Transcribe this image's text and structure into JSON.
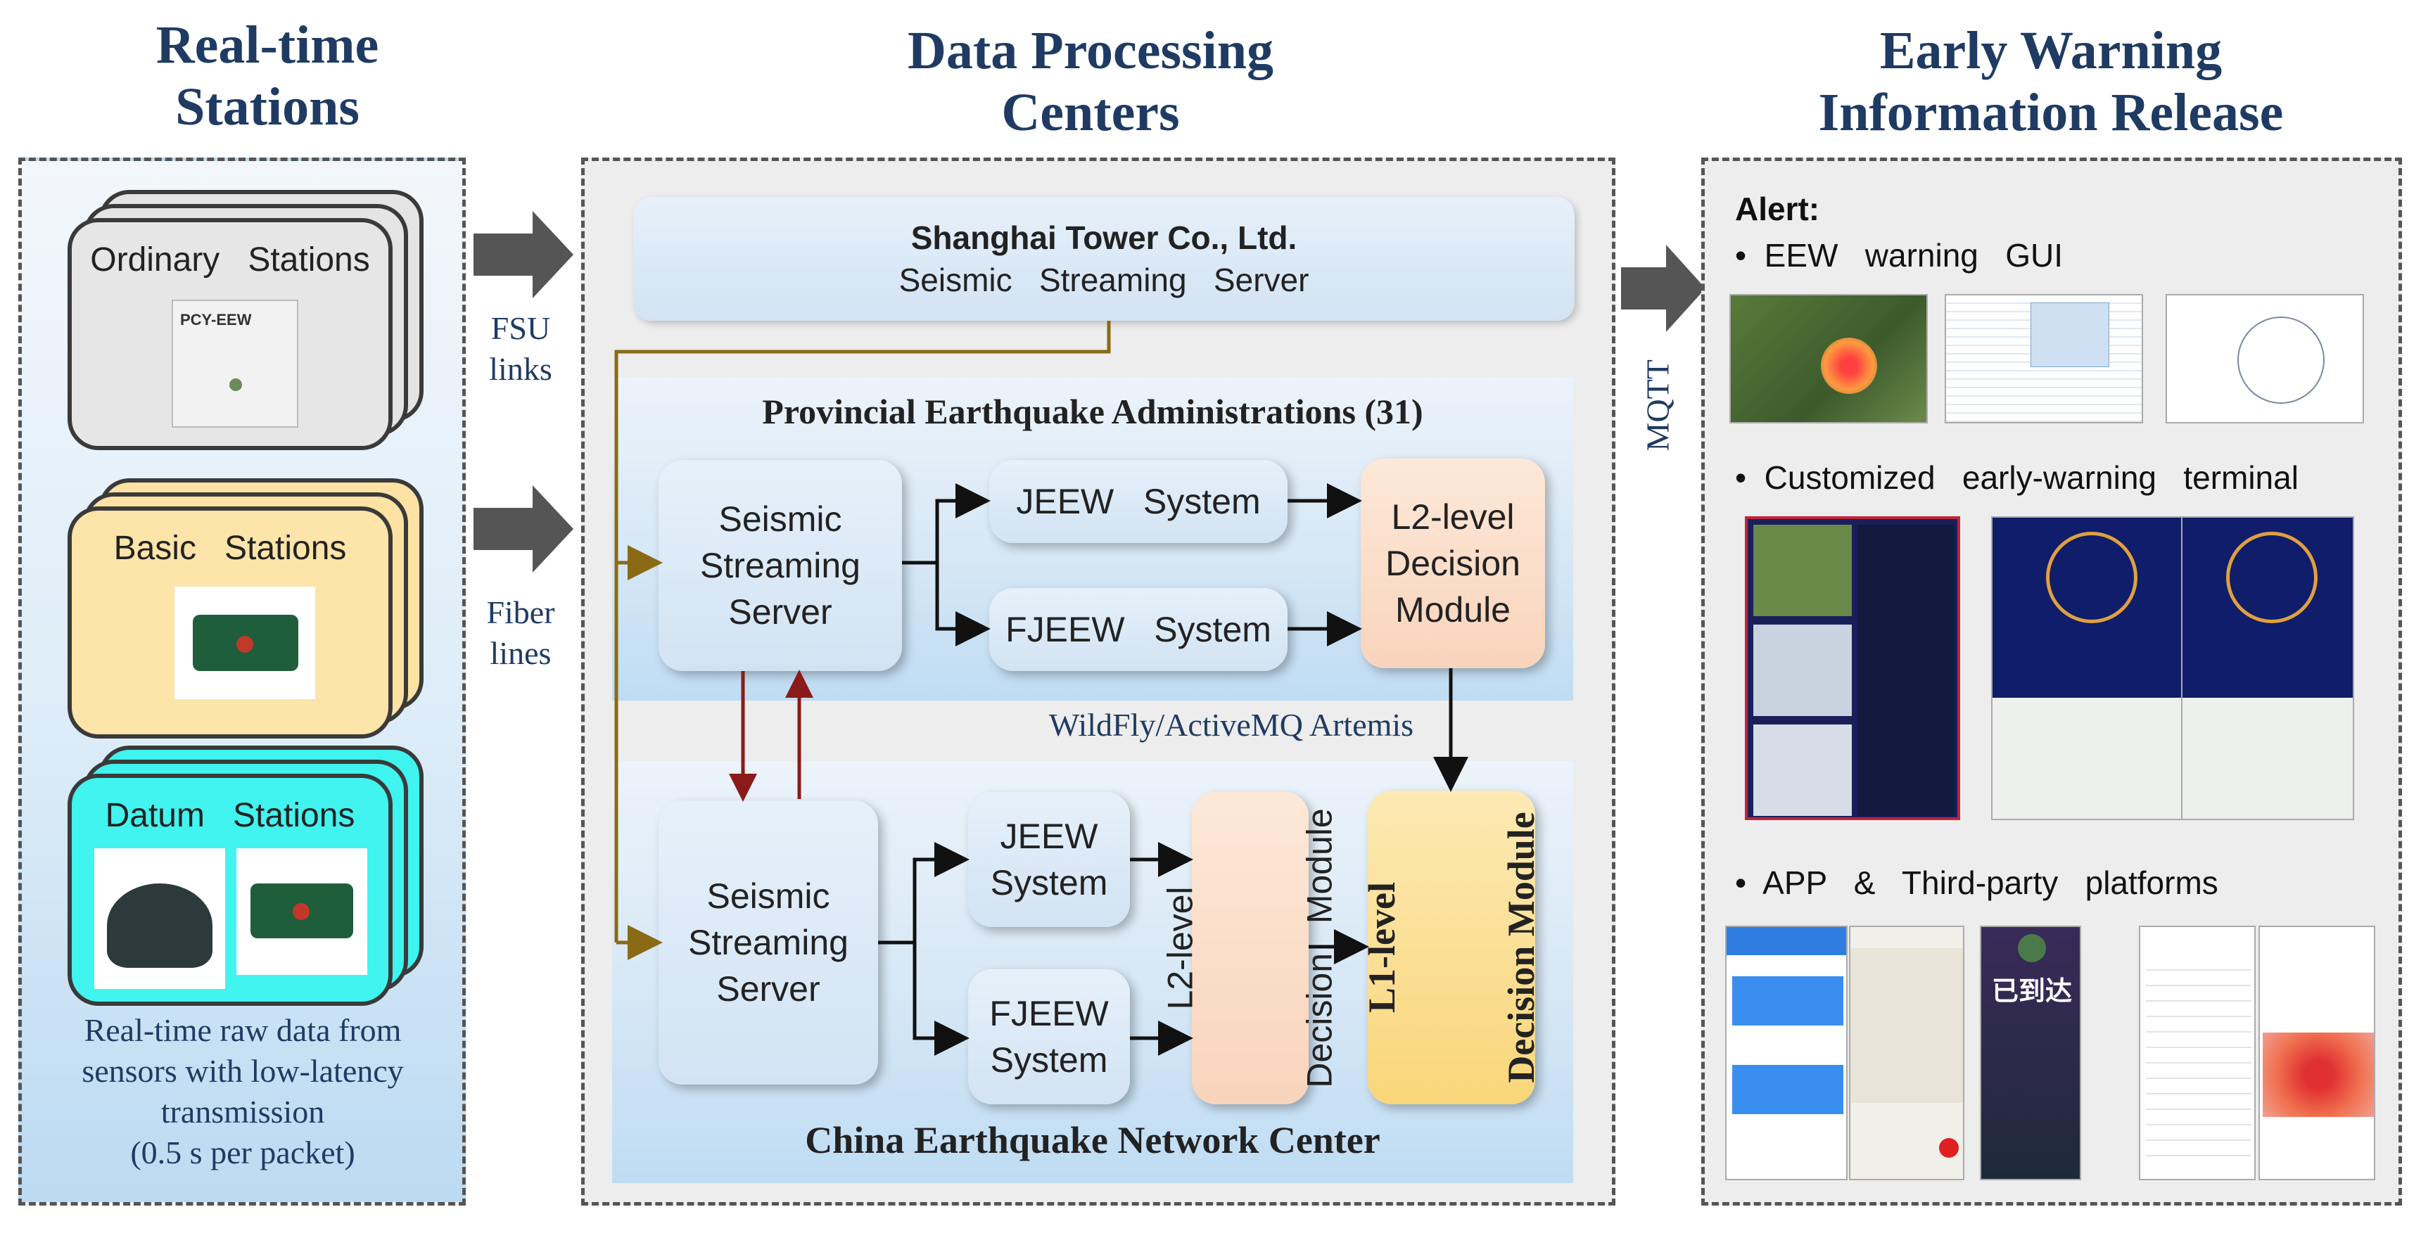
{
  "titles": {
    "stations": [
      "Real-time",
      "Stations"
    ],
    "centers": [
      "Data Processing",
      "Centers"
    ],
    "release": [
      "Early Warning",
      "Information Release"
    ]
  },
  "stations": {
    "ordinary": "Ordinary   Stations",
    "ordinary_device_label": "PCY-EEW",
    "basic": "Basic   Stations",
    "datum": "Datum   Stations",
    "caption": [
      "Real-time raw data from",
      "sensors with low-latency",
      "transmission",
      "(0.5 s per packet)"
    ]
  },
  "links": {
    "fsu": [
      "FSU",
      "links"
    ],
    "fiber": [
      "Fiber",
      "lines"
    ],
    "mqtt": "MQTT"
  },
  "centers": {
    "shanghai_title": "Shanghai Tower Co., Ltd.",
    "shanghai_sub": "Seismic   Streaming   Server",
    "provincial_title": "Provincial Earthquake Administrations (31)",
    "prov_server": [
      "Seismic",
      "Streaming",
      "Server"
    ],
    "prov_jeew": "JEEW   System",
    "prov_fjeew": "FJEEW   System",
    "prov_l2": [
      "L2-level",
      "Decision",
      "Module"
    ],
    "middleware": "WildFly/ActiveMQ Artemis",
    "cenc_server": [
      "Seismic",
      "Streaming",
      "Server"
    ],
    "cenc_jeew": [
      "JEEW",
      "System"
    ],
    "cenc_fjeew": [
      "FJEEW",
      "System"
    ],
    "cenc_l2": [
      "L2-level",
      "Decision   Module"
    ],
    "cenc_l1": [
      "L1-level",
      "Decision Module"
    ],
    "cenc_title": "China Earthquake Network Center"
  },
  "release": {
    "alert": "Alert:",
    "gui": "EEW   warning   GUI",
    "terminal": "Customized   early-warning   terminal",
    "app": "APP   &   Third-party   platforms",
    "app_screen_text": "已到达",
    "bullet": "•"
  }
}
